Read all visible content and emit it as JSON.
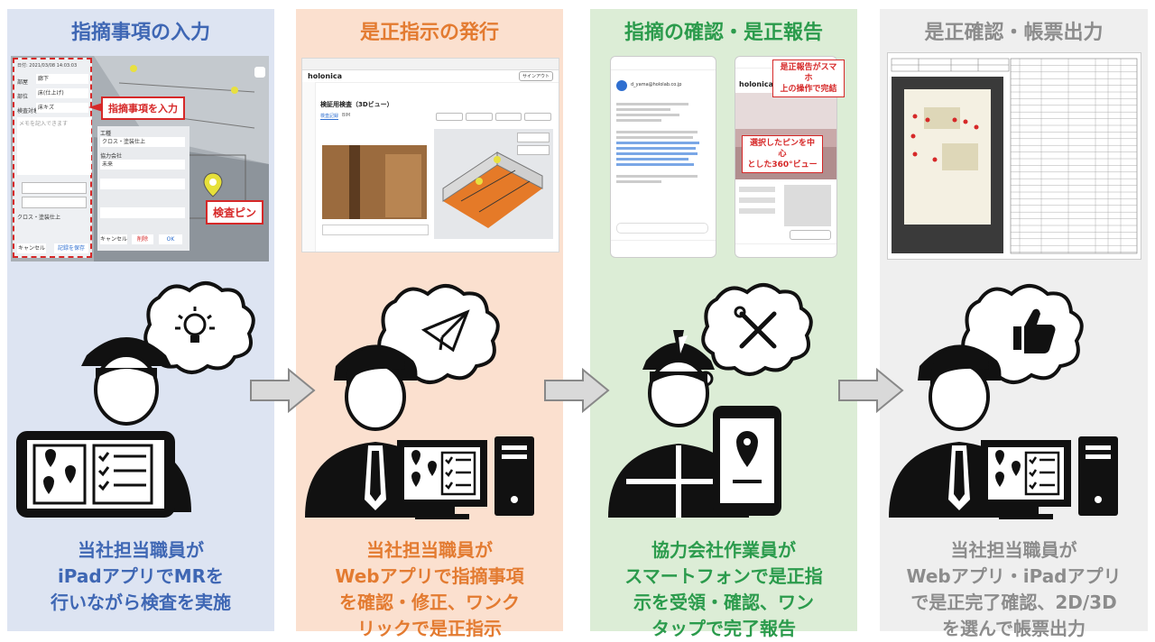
{
  "panels": [
    {
      "title": "指摘事項の入力",
      "caption": [
        "当社担当職員が",
        "iPadアプリでMRを",
        "行いながら検査を実施"
      ],
      "callouts": {
        "input": "指摘事項を入力",
        "pin": "検査ピン"
      }
    },
    {
      "title": "是正指示の発行",
      "caption": [
        "当社担当職員が",
        "Webアプリで指摘事項",
        "を確認・修正、ワンク",
        "リックで是正指示"
      ],
      "screen": {
        "app_name": "holonica",
        "header_button": "サインアウト",
        "page_title": "検証用検査（3Dビュー）",
        "tab_active": "検査記録",
        "tab_other": "BIM"
      }
    },
    {
      "title": "指摘の確認・是正報告",
      "caption": [
        "協力会社作業員が",
        "スマートフォンで是正指",
        "示を受領・確認、ワン",
        "タップで完了報告"
      ],
      "callouts": {
        "report_line1": "是正報告がスマホ",
        "report_line2": "上の操作で完結",
        "view_line1": "選択したピンを中心",
        "view_line2": "とした360°ビュー"
      },
      "mail": {
        "sender": "d_yama@hololab.co.jp",
        "app_name": "holonica"
      }
    },
    {
      "title": "是正確認・帳票出力",
      "caption": [
        "当社担当職員が",
        "Webアプリ・iPadアプリ",
        "で是正完了確認、2D/3D",
        "を選んで帳票出力"
      ]
    }
  ],
  "ipad_form": {
    "field_floor_label": "部屋",
    "field_floor_value": "廊下",
    "field_part_label": "部位",
    "field_part_value": "床(仕上げ)",
    "field_note_label": "検査対象",
    "field_note_value": "床キズ",
    "memo_placeholder": "メモを記入できます",
    "work_label": "工種",
    "work_value": "クロス・塗装仕上",
    "company_label": "協力会社",
    "company_value": "未来",
    "cancel": "キャンセル",
    "save": "記録を保存",
    "ok": "OK",
    "cancel2": "キャンセル",
    "delete": "削除"
  },
  "colors": {
    "p1": "#3f67b4",
    "p2": "#e37b31",
    "p3": "#2b9b4c",
    "p4": "#8c8c8c",
    "callout": "#d62828"
  }
}
